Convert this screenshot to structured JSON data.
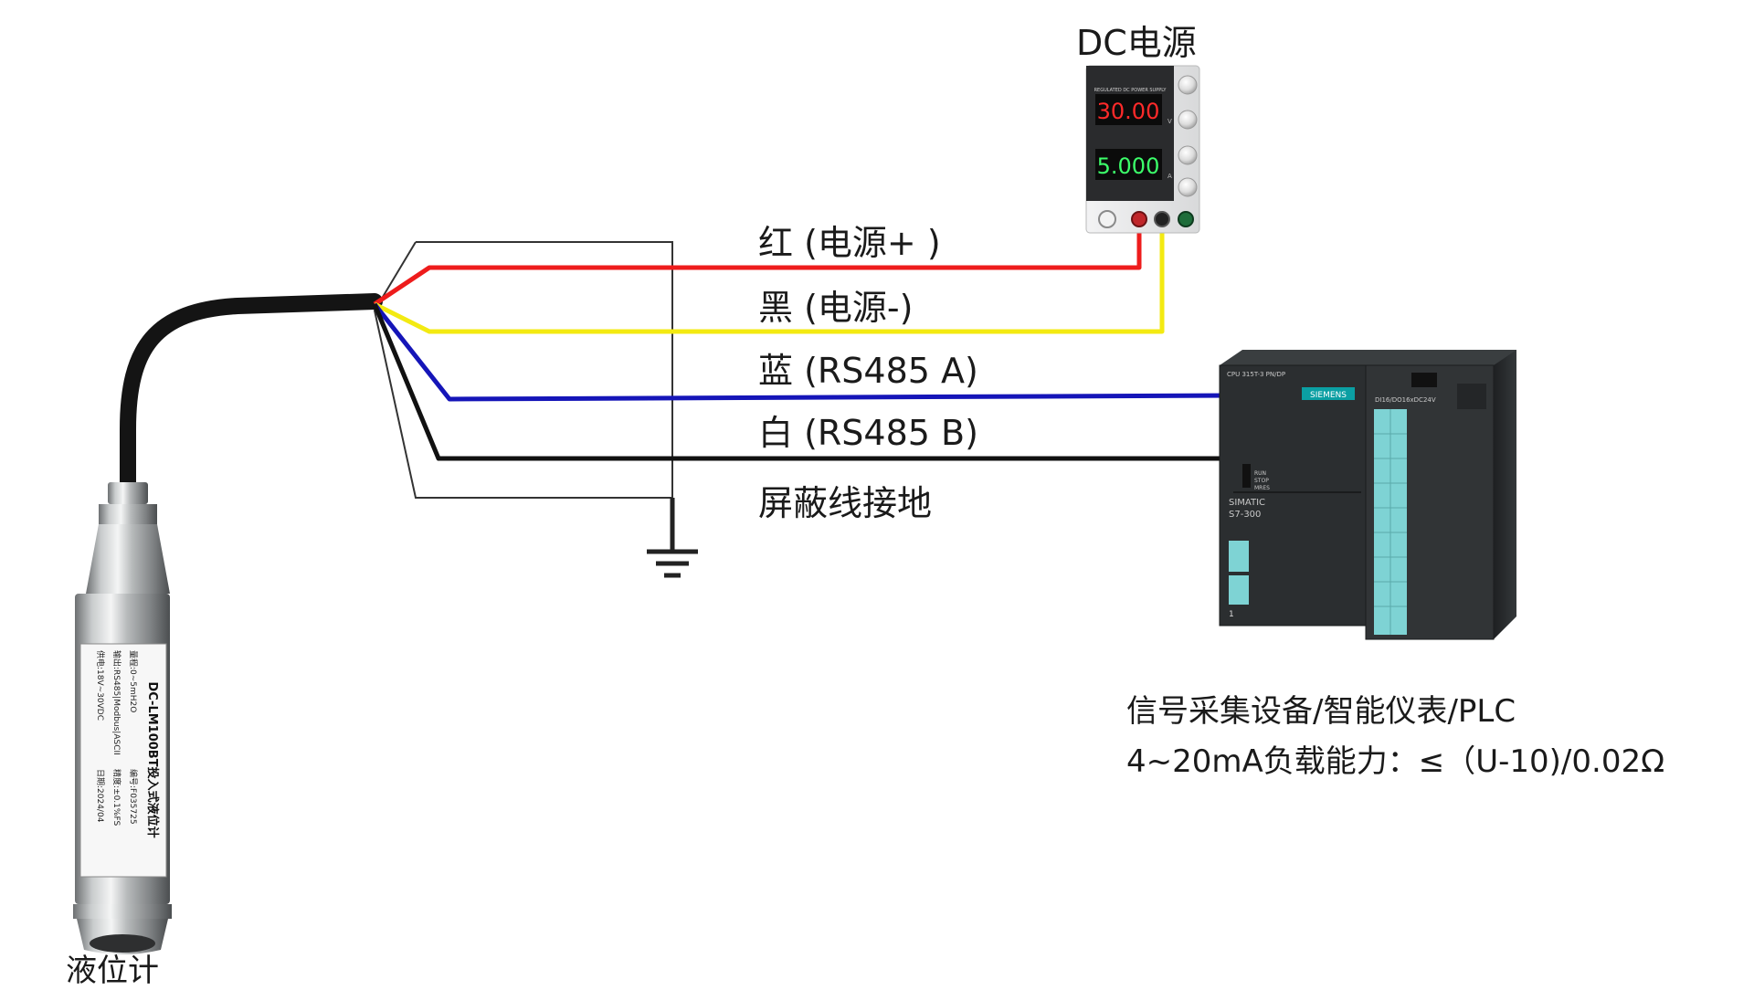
{
  "labels": {
    "power_supply": "DC电源",
    "wire_red": "红 (电源+ )",
    "wire_black": "黑 (电源-)",
    "wire_blue": "蓝 (RS485 A)",
    "wire_white": "白 (RS485 B)",
    "shield": "屏蔽线接地",
    "plc_line1": "信号采集设备/智能仪表/PLC",
    "plc_line2": "4~20mA负载能力：≤（U-10)/0.02Ω",
    "sensor": "液位计"
  },
  "psu_display": {
    "voltage": "30.00",
    "voltage_unit": "V",
    "current": "5.000",
    "current_unit": "A",
    "header": "REGULATED DC POWER SUPPLY"
  },
  "plc_device": {
    "brand": "SIEMENS",
    "cpu_label": "CPU 315T-3 PN/DP",
    "module_label": "DI16/DO16xDC24V",
    "series": "SIMATIC",
    "model": "S7-300",
    "slot": "1",
    "mode_run": "RUN",
    "mode_stop": "STOP",
    "mode_mres": "MRES"
  },
  "sensor_tag": {
    "title": "DC-LM100BT投入式液位计",
    "range": "量程:0~5mH2O",
    "output": "输出:RS485|Modbus|ASCII",
    "supply": "供电:18V~30VDC",
    "serial": "编号:F035725",
    "accuracy": "精度:±0.1%FS",
    "date": "日期:2024/04"
  },
  "colors": {
    "red_wire": "#ee1c1c",
    "black_wire": "#111111",
    "blue_wire": "#1515b8",
    "yellow_wire": "#f3ea12",
    "plc_body": "#2b2e30",
    "plc_accent": "#7ed3d4",
    "psu_body": "#e9eaeb",
    "display_red": "#ff2a2a",
    "display_green": "#3cff6a"
  }
}
